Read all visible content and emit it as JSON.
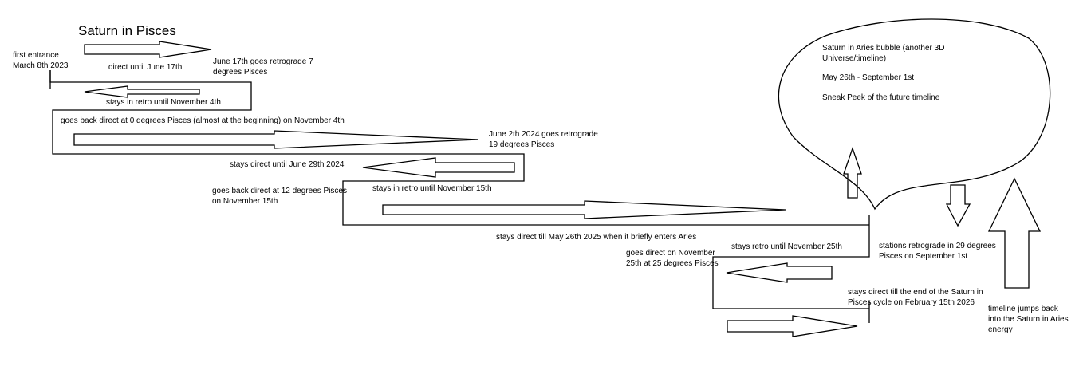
{
  "title": "Saturn in Pisces",
  "labels": {
    "first_entrance": [
      "first entrance",
      "March 8th 2023"
    ],
    "direct_until_june17": "direct until June 17th",
    "june17_retro": [
      "June 17th goes retrograde 7",
      "degrees Pisces"
    ],
    "retro_until_nov4": "stays in retro until November 4th",
    "direct_0_nov4": "goes back direct at 0 degrees Pisces (almost at the beginning) on November 4th",
    "june2_2024": [
      "June 2th 2024 goes retrograde",
      "19 degrees Pisces"
    ],
    "direct_until_june29": "stays direct until June 29th 2024",
    "direct_12_nov15": [
      "goes back direct at 12 degrees Pisces",
      "on November 15th"
    ],
    "retro_until_nov15": "stays in retro until November 15th",
    "direct_till_may26": "stays direct till May 26th 2025 when it briefly enters Aries",
    "retro_until_nov25": "stays retro until November 25th",
    "direct_nov25": [
      "goes direct on November",
      "25th at 25 degrees Pisces"
    ],
    "stations_retro": [
      "stations retrograde in 29 degrees",
      "Pisces on September 1st"
    ],
    "end_of_cycle": [
      "stays direct till the end of the Saturn in",
      "Pisces cycle on February 15th 2026"
    ],
    "timeline_jumps": [
      "timeline jumps back",
      "into the Saturn in Aries",
      "energy"
    ],
    "bubble_title": [
      "Saturn in Aries bubble  (another 3D",
      "Universe/timeline)"
    ],
    "bubble_dates": "May 26th - September 1st",
    "bubble_sneak": "Sneak Peek of the future timeline"
  },
  "colors": {
    "ink": "#000000",
    "background": "#ffffff"
  }
}
